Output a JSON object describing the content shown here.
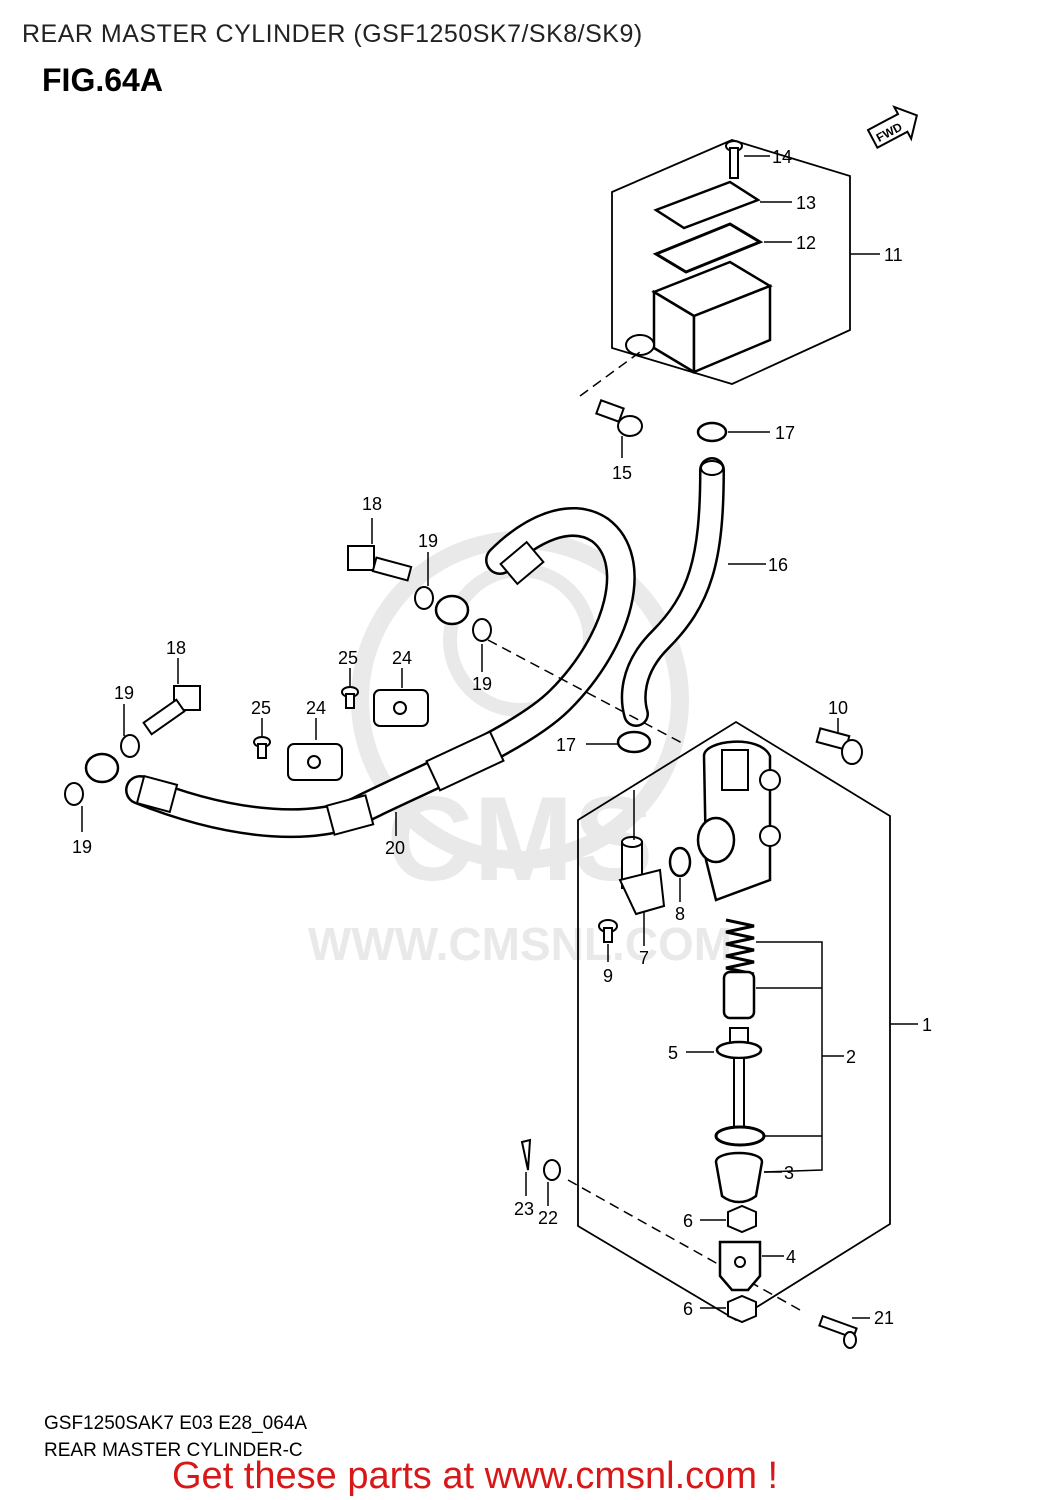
{
  "header": {
    "title": "REAR MASTER CYLINDER (GSF1250SK7/SK8/SK9)",
    "figure": "FIG.64A"
  },
  "footer": {
    "code": "GSF1250SAK7 E03 E28_064A",
    "caption": "REAR MASTER CYLINDER-C",
    "promo": "Get these parts at www.cmsnl.com !"
  },
  "diagram": {
    "fwd_label": "FWD",
    "watermark": "WWW.CMSNL.COM",
    "watermark_logo": "CMS",
    "callouts": [
      {
        "id": "14",
        "text": "14"
      },
      {
        "id": "13",
        "text": "13"
      },
      {
        "id": "12",
        "text": "12"
      },
      {
        "id": "11",
        "text": "11"
      },
      {
        "id": "17a",
        "text": "17"
      },
      {
        "id": "15",
        "text": "15"
      },
      {
        "id": "16",
        "text": "16"
      },
      {
        "id": "18a",
        "text": "18"
      },
      {
        "id": "19a",
        "text": "19"
      },
      {
        "id": "19b",
        "text": "19"
      },
      {
        "id": "25a",
        "text": "25"
      },
      {
        "id": "24a",
        "text": "24"
      },
      {
        "id": "18b",
        "text": "18"
      },
      {
        "id": "19c",
        "text": "19"
      },
      {
        "id": "25b",
        "text": "25"
      },
      {
        "id": "24b",
        "text": "24"
      },
      {
        "id": "10",
        "text": "10"
      },
      {
        "id": "17b",
        "text": "17"
      },
      {
        "id": "19d",
        "text": "19"
      },
      {
        "id": "20",
        "text": "20"
      },
      {
        "id": "8",
        "text": "8"
      },
      {
        "id": "9",
        "text": "9"
      },
      {
        "id": "7",
        "text": "7"
      },
      {
        "id": "1",
        "text": "1"
      },
      {
        "id": "5",
        "text": "5"
      },
      {
        "id": "2",
        "text": "2"
      },
      {
        "id": "3",
        "text": "3"
      },
      {
        "id": "23",
        "text": "23"
      },
      {
        "id": "22",
        "text": "22"
      },
      {
        "id": "6a",
        "text": "6"
      },
      {
        "id": "4",
        "text": "4"
      },
      {
        "id": "6b",
        "text": "6"
      },
      {
        "id": "21",
        "text": "21"
      }
    ]
  }
}
